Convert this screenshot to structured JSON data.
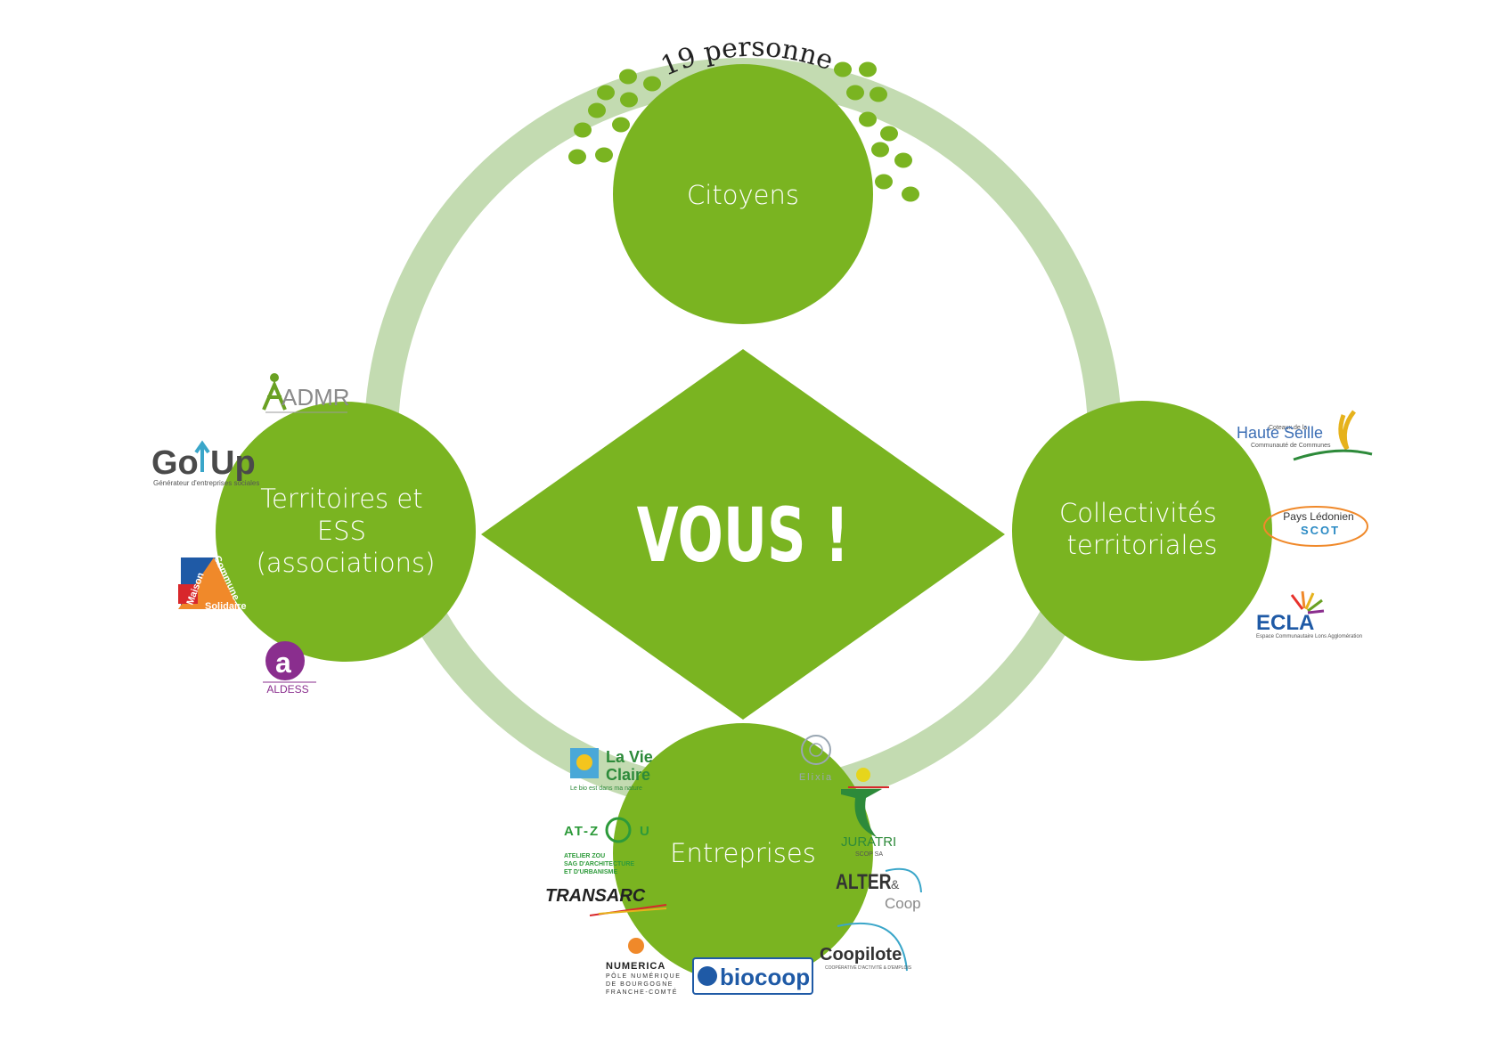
{
  "colors": {
    "ring": "#c3dbb1",
    "node": "#7ab421",
    "diamond": "#7ab421",
    "node_text": "#ffffff",
    "dot": "#7ab421"
  },
  "center": {
    "label": "VOUS !"
  },
  "nodes": {
    "citoyens": {
      "label": "Citoyens"
    },
    "territoires": {
      "label_lines": [
        "Territoires et",
        "ESS",
        "(associations)"
      ]
    },
    "collectivites": {
      "label_lines": [
        "Collectivités",
        "territoriales"
      ]
    },
    "entreprises": {
      "label": "Entreprises"
    }
  },
  "citizens_count": {
    "label": "19 personnes",
    "dots": 19
  },
  "logos": {
    "admr": {
      "name": "ADMR"
    },
    "goup": {
      "name": "Go",
      "name2": "Up",
      "tagline": "Générateur d'entreprises sociales"
    },
    "maison": {
      "line1": "Maison",
      "line2": "Commune",
      "line3": "Solidaire"
    },
    "aldess": {
      "name": "ALDESS"
    },
    "haute_seille": {
      "top": "Coteaux de la",
      "name": "Haute Seille",
      "sub": "Communauté de Communes"
    },
    "scot": {
      "top": "Pays Lédonien",
      "name": "SCOT"
    },
    "ecla": {
      "name": "ECLA",
      "sub": "Espace Communautaire Lons Agglomération"
    },
    "lavieclaire": {
      "name1": "La Vie",
      "name2": "Claire",
      "tagline": "Le bio est dans ma nature"
    },
    "atzou": {
      "name": "AT-Z",
      "name2": "U",
      "line1": "ATELIER ZOU",
      "line2": "SAG D'ARCHITECTURE",
      "line3": "ET D'URBANISME"
    },
    "transarc": {
      "name": "TRANSARC"
    },
    "numerica": {
      "name": "NUMERICA",
      "line1": "PÔLE NUMÉRIQUE",
      "line2": "DE BOURGOGNE",
      "line3": "FRANCHE-COMTÉ"
    },
    "biocoop": {
      "name": "biocoop"
    },
    "elixia": {
      "name": "Elixia"
    },
    "juratri": {
      "name": "JURATRI",
      "sub": "SCOP SA"
    },
    "altercoop": {
      "name": "ALTER",
      "amp": "&",
      "coop": "Coop"
    },
    "coopilote": {
      "name": "Coopilote",
      "sub": "COOPÉRATIVE D'ACTIVITÉ & D'EMPLOIS"
    }
  }
}
